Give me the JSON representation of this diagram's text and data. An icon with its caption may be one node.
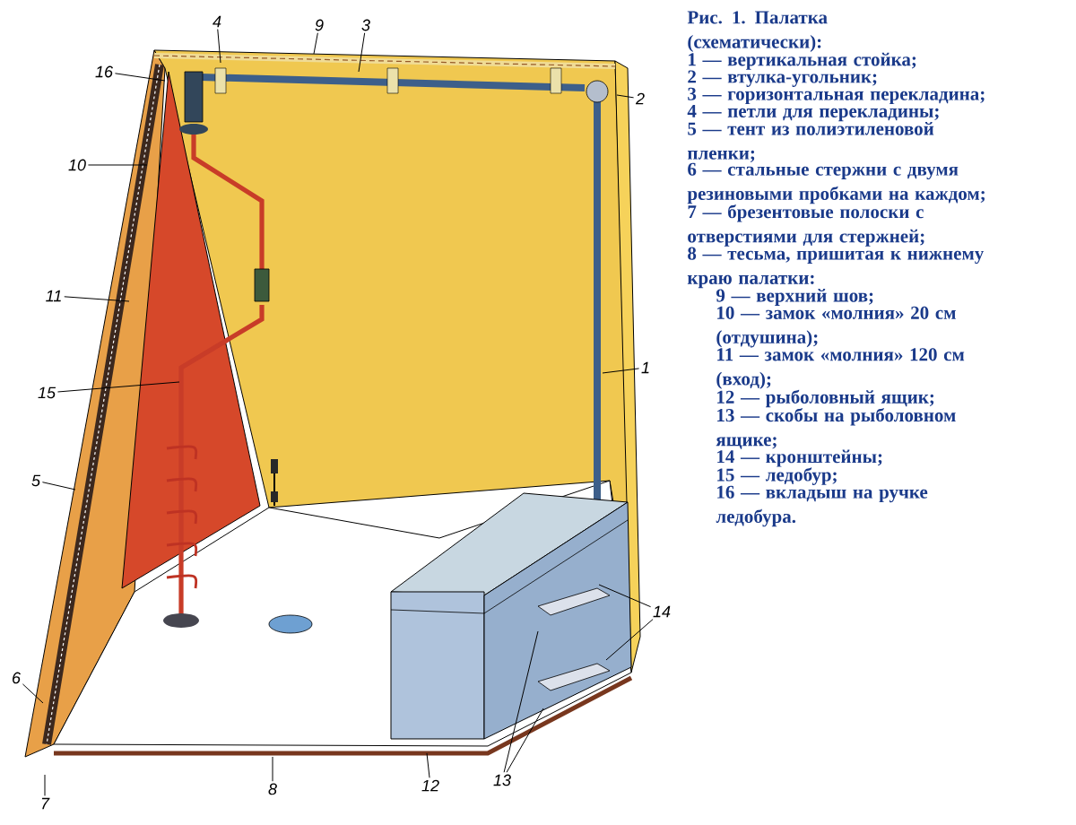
{
  "diagram": {
    "title": "Рис. 1. Палатка (схематически):",
    "nodes": [
      {
        "text": [
          "1"
        ]
      },
      {
        "text": [
          "2"
        ]
      },
      {
        "text": [
          "3"
        ]
      },
      {
        "text": [
          "4"
        ]
      },
      {
        "text": [
          "5"
        ]
      },
      {
        "text": [
          "6"
        ]
      },
      {
        "text": [
          "7"
        ]
      },
      {
        "text": [
          "8"
        ]
      },
      {
        "text": [
          "9"
        ]
      },
      {
        "text": [
          "10"
        ]
      },
      {
        "text": [
          "11"
        ]
      },
      {
        "text": [
          "12"
        ]
      },
      {
        "text": [
          "13"
        ]
      },
      {
        "text": [
          "14"
        ]
      },
      {
        "text": [
          "15"
        ]
      },
      {
        "text": [
          "16"
        ]
      }
    ],
    "edges": [
      {
        "from": 0,
        "to": null,
        "arrow": "none"
      },
      {
        "from": 1,
        "to": null,
        "arrow": "none"
      },
      {
        "from": 2,
        "to": null,
        "arrow": "none"
      },
      {
        "from": 3,
        "to": null,
        "arrow": "none"
      },
      {
        "from": 4,
        "to": null,
        "arrow": "none"
      },
      {
        "from": 5,
        "to": null,
        "arrow": "none"
      },
      {
        "from": 6,
        "to": null,
        "arrow": "none"
      },
      {
        "from": 7,
        "to": null,
        "arrow": "none"
      },
      {
        "from": 8,
        "to": null,
        "arrow": "none"
      },
      {
        "from": 9,
        "to": null,
        "arrow": "none"
      },
      {
        "from": 10,
        "to": null,
        "arrow": "none"
      },
      {
        "from": 11,
        "to": null,
        "arrow": "none"
      },
      {
        "from": 12,
        "to": null,
        "arrow": "none"
      },
      {
        "from": 12,
        "to": null,
        "arrow": "none"
      },
      {
        "from": 13,
        "to": null,
        "arrow": "none"
      },
      {
        "from": 13,
        "to": null,
        "arrow": "none"
      },
      {
        "from": 14,
        "to": null,
        "arrow": "none"
      },
      {
        "from": 15,
        "to": null,
        "arrow": "none"
      }
    ],
    "labels": [
      "1 — вертикальная стойка;",
      "2 — втулка-угольник;",
      "3 — горизонтальная перекладина;",
      "4 — петли для перекладины;",
      "5 — тент из полиэтиленовой пленки;",
      "6 — стальные стержни с двумя резиновыми пробками на каждом;",
      "7 — брезентовые полоски с отверстиями для стержней;",
      "8 — тесьма, пришитая к нижнему краю палатки:",
      "9 — верхний шов;",
      "10 — замок «молния» 20 см (отдушина);",
      "11 — замок «молния» 120 см (вход);",
      "12 — рыболовный ящик;",
      "13 — скобы на рыболовном ящике;",
      "14 — кронштейны;",
      "15 — ледобур;",
      "16 — вкладыш на ручке ледобура."
    ]
  }
}
